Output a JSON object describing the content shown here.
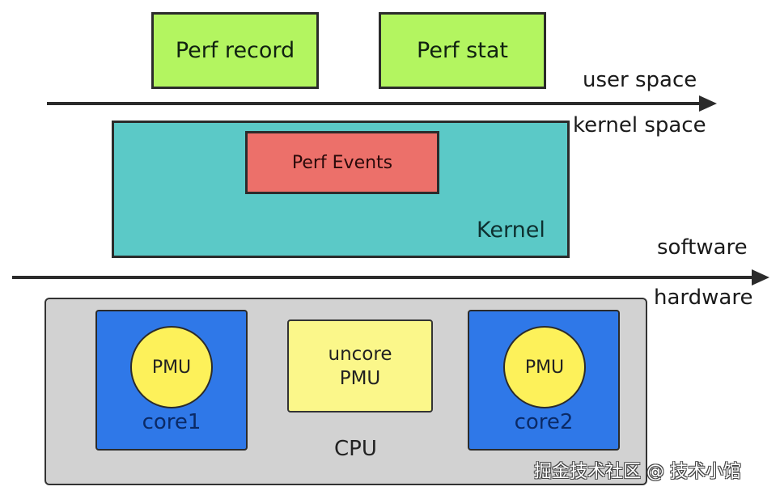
{
  "user_tools": [
    {
      "label": "Perf record"
    },
    {
      "label": "Perf stat"
    }
  ],
  "boundaries": {
    "user_space": "user space",
    "kernel_space": "kernel space",
    "software": "software",
    "hardware": "hardware"
  },
  "kernel": {
    "label": "Kernel",
    "perf_events": "Perf Events"
  },
  "cpu": {
    "label": "CPU",
    "core1": {
      "label": "core1",
      "pmu": "PMU"
    },
    "core2": {
      "label": "core2",
      "pmu": "PMU"
    },
    "uncore": {
      "line1": "uncore",
      "line2": "PMU"
    }
  },
  "watermark": "掘金技术社区 @ 技术小馆",
  "colors": {
    "user_tool_fill": "#b3f560",
    "kernel_fill": "#5bc9c7",
    "perf_events_fill": "#ec706a",
    "cpu_fill": "#d2d2d2",
    "core_fill": "#2f78e8",
    "pmu_fill": "#fdf15a",
    "uncore_fill": "#fbf78a"
  }
}
